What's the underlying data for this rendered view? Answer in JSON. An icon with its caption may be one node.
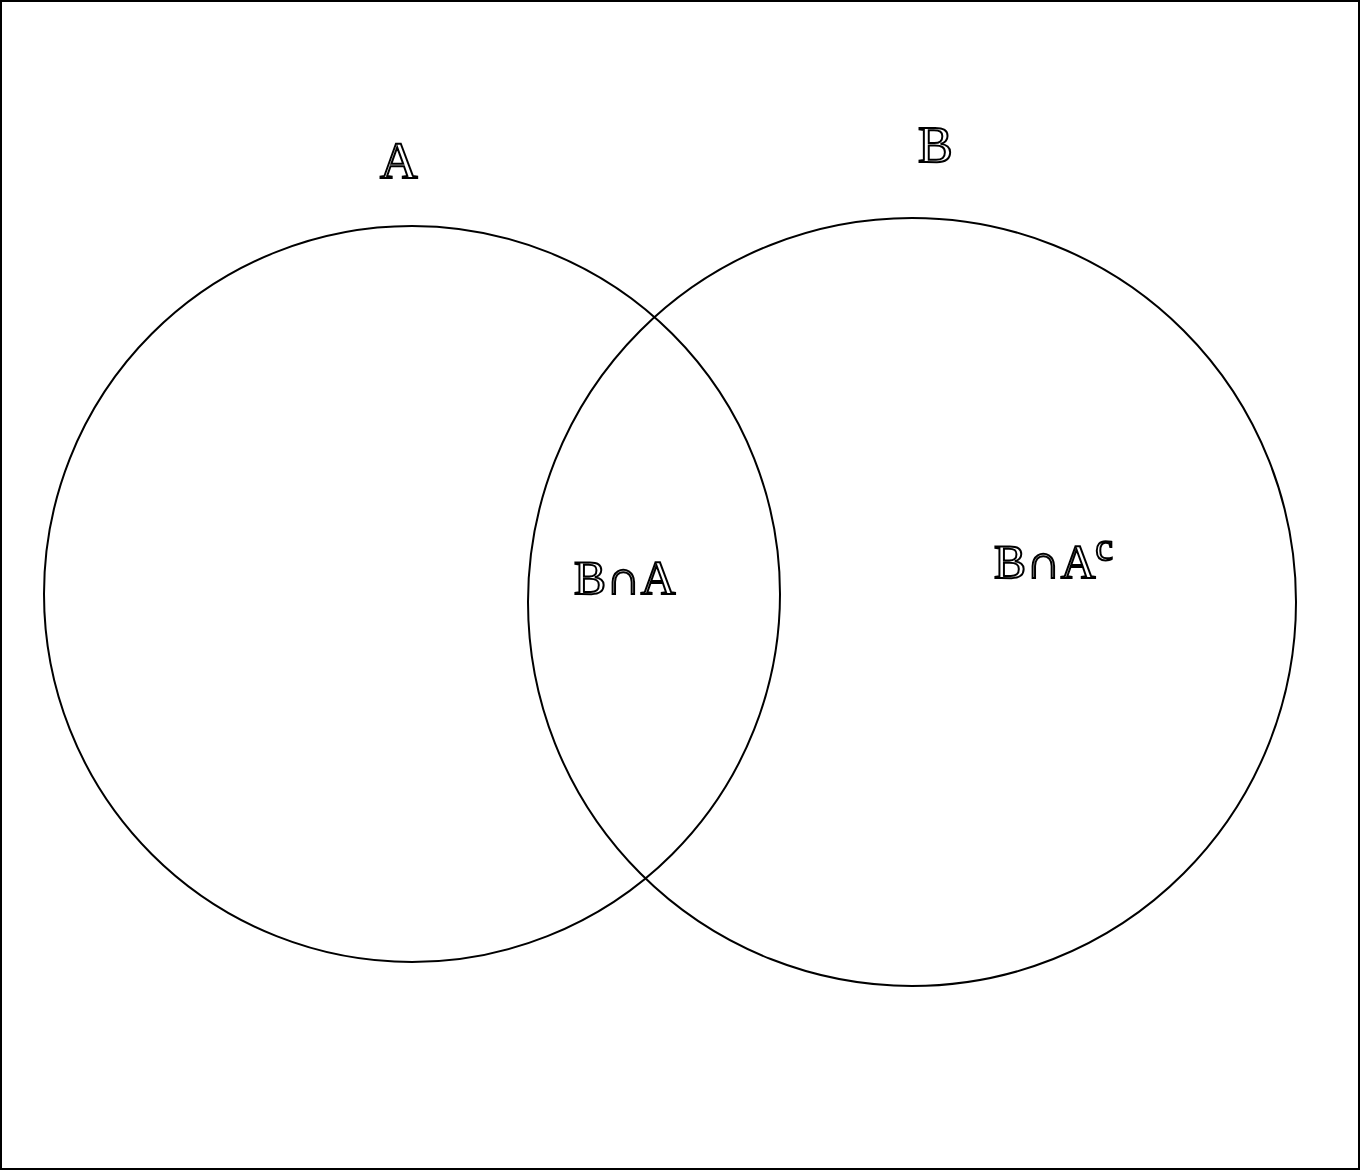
{
  "diagram": {
    "nodes": [
      {
        "text": [
          "A"
        ]
      },
      {
        "text": [
          "B"
        ]
      }
    ],
    "labels": [
      "B∩A",
      "B∩A$^{c}$"
    ]
  }
}
